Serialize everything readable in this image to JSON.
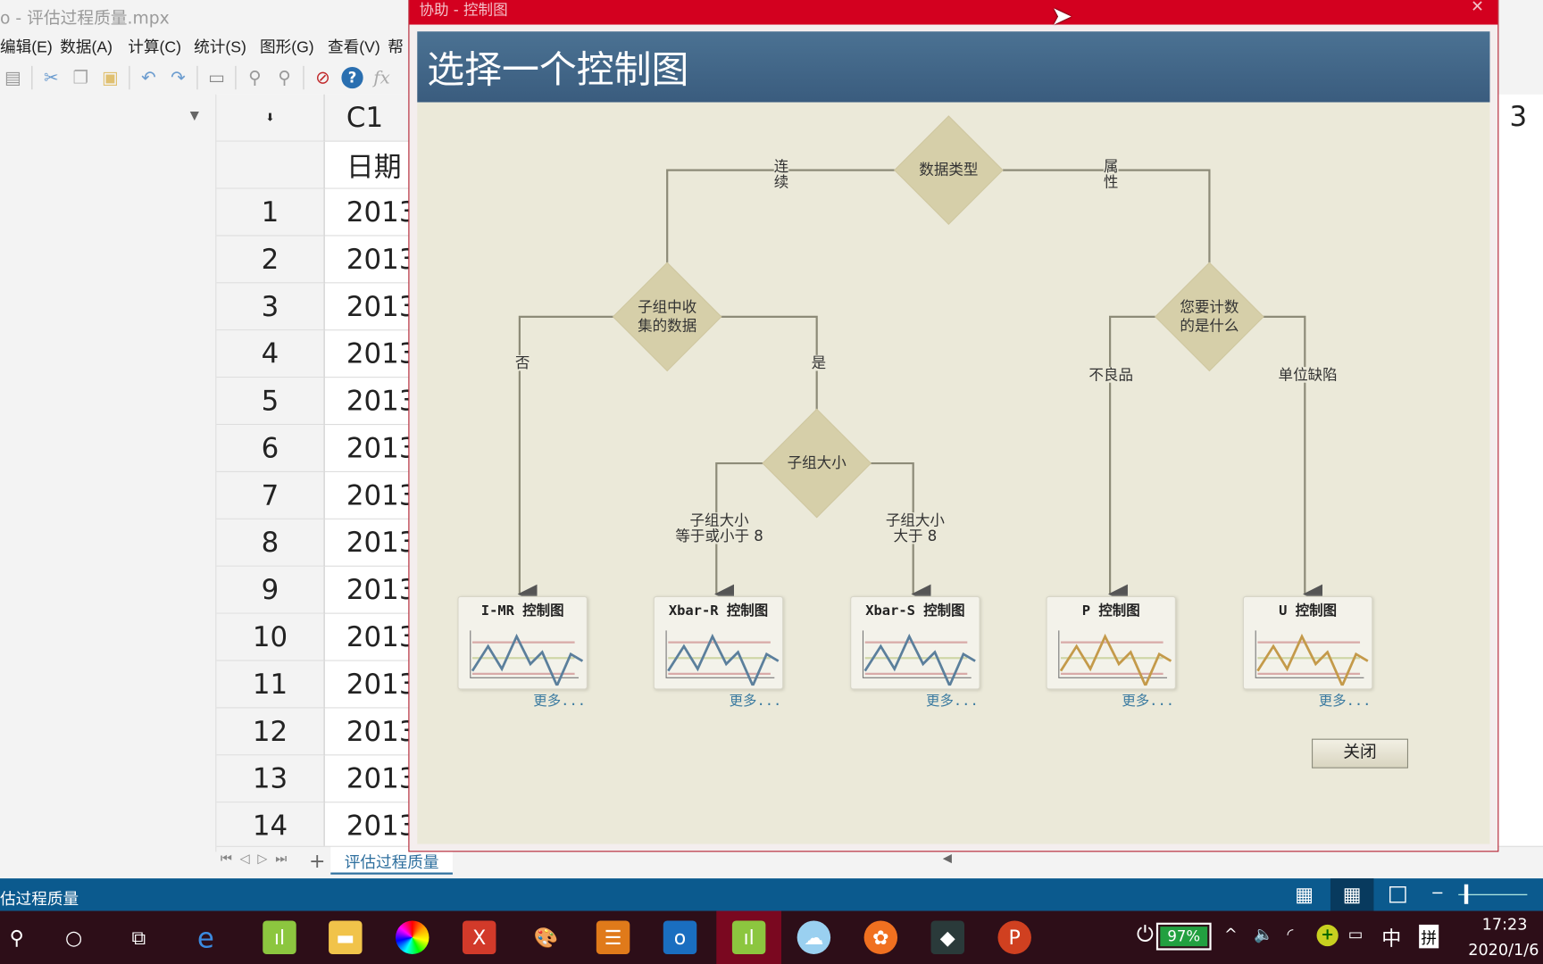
{
  "app": {
    "title": "o - 评估过程质量.mpx"
  },
  "menu": [
    "编辑(E)",
    "数据(A)",
    "计算(C)",
    "统计(S)",
    "图形(G)",
    "查看(V)",
    "帮"
  ],
  "grid": {
    "column_header": "C1",
    "column_name": "日期",
    "rows": [
      "1",
      "2",
      "3",
      "4",
      "5",
      "6",
      "7",
      "8",
      "9",
      "10",
      "11",
      "12",
      "13",
      "14"
    ],
    "cell_value": "2013",
    "right_col_fragment": "3"
  },
  "sheet_tab": "评估过程质量",
  "status": {
    "text": "估过程质量"
  },
  "taskbar": {
    "battery": "97%",
    "ime1": "中",
    "ime2": "拼",
    "time": "17:23",
    "date": "2020/1/6"
  },
  "dialog": {
    "title": "协助 - 控制图",
    "heading": "选择一个控制图",
    "nodes": {
      "data_type": "数据类型",
      "subgroup_data": [
        "子组中收",
        "集的数据"
      ],
      "count_what": [
        "您要计数",
        "的是什么"
      ],
      "subgroup_size": "子组大小"
    },
    "edges": {
      "continuous": [
        "连",
        "续"
      ],
      "attribute": [
        "属",
        "性"
      ],
      "no": "否",
      "yes": "是",
      "le8": [
        "子组大小",
        "等于或小于 8"
      ],
      "gt8": [
        "子组大小",
        "大于 8"
      ],
      "defective": "不良品",
      "defects": "单位缺陷"
    },
    "charts": [
      {
        "title": "I-MR 控制图",
        "more": "更多..."
      },
      {
        "title": "Xbar-R 控制图",
        "more": "更多..."
      },
      {
        "title": "Xbar-S 控制图",
        "more": "更多..."
      },
      {
        "title": "P 控制图",
        "more": "更多..."
      },
      {
        "title": "U 控制图",
        "more": "更多..."
      }
    ],
    "close": "关闭",
    "colors": {
      "title_bar": "#d3001f",
      "banner": "#43698b",
      "body": "#ebe9d9",
      "diamond": "#d6cfa9",
      "line_blue": "#5b7f9c",
      "line_gold": "#c49a4a"
    }
  }
}
